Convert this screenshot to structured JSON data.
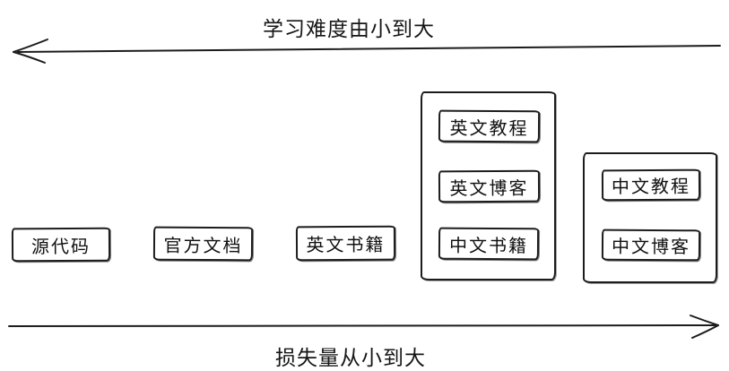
{
  "axes": {
    "top": {
      "label": "学习难度由小到大",
      "arrow_direction": "left"
    },
    "bottom": {
      "label": "损失量从小到大",
      "arrow_direction": "right"
    }
  },
  "boxes": [
    {
      "label": "源代码"
    },
    {
      "label": "官方文档"
    },
    {
      "label": "英文书籍"
    }
  ],
  "groups": [
    {
      "items": [
        {
          "label": "英文教程"
        },
        {
          "label": "英文博客"
        },
        {
          "label": "中文书籍"
        }
      ]
    },
    {
      "items": [
        {
          "label": "中文教程"
        },
        {
          "label": "中文博客"
        }
      ]
    }
  ],
  "colors": {
    "stroke": "#1c1c1c",
    "background": "#ffffff",
    "text": "#111111"
  }
}
